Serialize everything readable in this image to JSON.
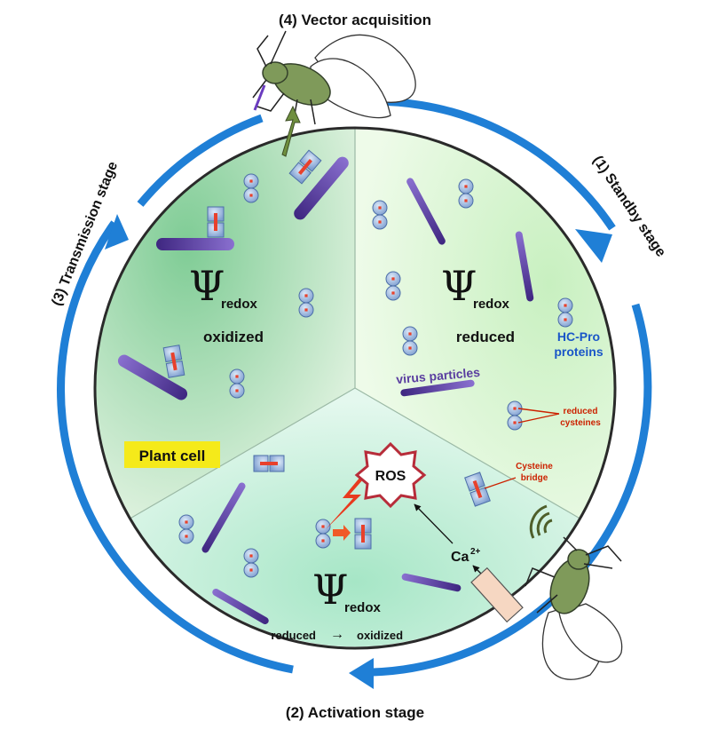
{
  "stages": {
    "vector_acquisition": "(4) Vector acquisition",
    "standby": "(1) Standby stage",
    "activation": "(2) Activation stage",
    "transmission": "(3) Transmission stage"
  },
  "sectors": {
    "oxidized": {
      "psi": "Ψ",
      "sub": "redox",
      "state": "oxidized"
    },
    "reduced": {
      "psi": "Ψ",
      "sub": "redox",
      "state": "reduced"
    },
    "activation": {
      "psi": "Ψ",
      "sub": "redox",
      "state_from": "reduced",
      "arrow": "→",
      "state_to": "oxidized"
    }
  },
  "labels": {
    "hc_pro_line1": "HC-Pro",
    "hc_pro_line2": "proteins",
    "virus_particles": "virus particles",
    "reduced_cysteines_line1": "reduced",
    "reduced_cysteines_line2": "cysteines",
    "cysteine_bridge_line1": "Cysteine",
    "cysteine_bridge_line2": "bridge",
    "ros": "ROS",
    "calcium": "Ca",
    "calcium_charge": "2+",
    "plant_cell": "Plant cell"
  },
  "colors": {
    "cycle_arrow": "#1f7fd6",
    "virus_rod": "#5a3ea0",
    "protein": "#8fb3df",
    "cysteine": "#e8412c",
    "label_red": "#cc2200",
    "label_blue": "#1a56c8",
    "plant_cell_bg": "#f5ea1a",
    "sector_oxidized": "#a7d9b3",
    "sector_reduced": "#d3f3cf",
    "sector_activation": "#c2ecd8"
  }
}
